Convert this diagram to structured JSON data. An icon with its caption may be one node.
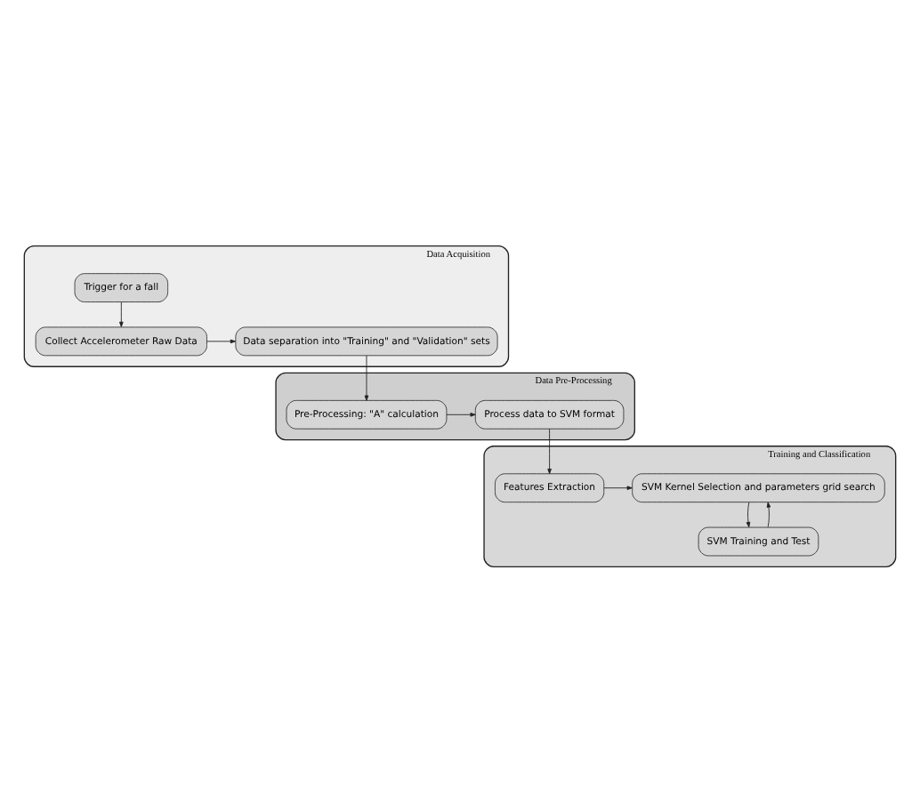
{
  "diagram": {
    "nodes": [
      {
        "text": [
          "Data Acquisition"
        ]
      },
      {
        "text": [
          "Trigger for a fall"
        ],
        "in": 0
      },
      {
        "text": [
          "Collect Accelerometer Raw Data"
        ],
        "in": 0
      },
      {
        "text": [
          "Data separation into \"Training\" and \"Validation\" sets"
        ],
        "in": 0
      },
      {
        "text": [
          "Data Pre-Processing"
        ]
      },
      {
        "text": [
          "Pre-Processing: \"A\" calculation"
        ],
        "in": 4
      },
      {
        "text": [
          "Process data to SVM format"
        ],
        "in": 4
      },
      {
        "text": [
          "Training and Classification"
        ]
      },
      {
        "text": [
          "Features Extraction"
        ],
        "in": 7
      },
      {
        "text": [
          "SVM Kernel Selection and parameters grid search"
        ],
        "in": 7
      },
      {
        "text": [
          "SVM Training and Test"
        ],
        "in": 7
      }
    ],
    "edges": [
      {
        "from": 1,
        "to": 2,
        "arrow": "to"
      },
      {
        "from": 2,
        "to": 3,
        "arrow": "to"
      },
      {
        "from": 3,
        "to": 5,
        "arrow": "to"
      },
      {
        "from": 5,
        "to": 6,
        "arrow": "to"
      },
      {
        "from": 6,
        "to": 8,
        "arrow": "to"
      },
      {
        "from": 8,
        "to": 9,
        "arrow": "to"
      },
      {
        "from": 9,
        "to": 10,
        "arrow": "to"
      },
      {
        "from": 10,
        "to": 9,
        "arrow": "to"
      }
    ]
  }
}
